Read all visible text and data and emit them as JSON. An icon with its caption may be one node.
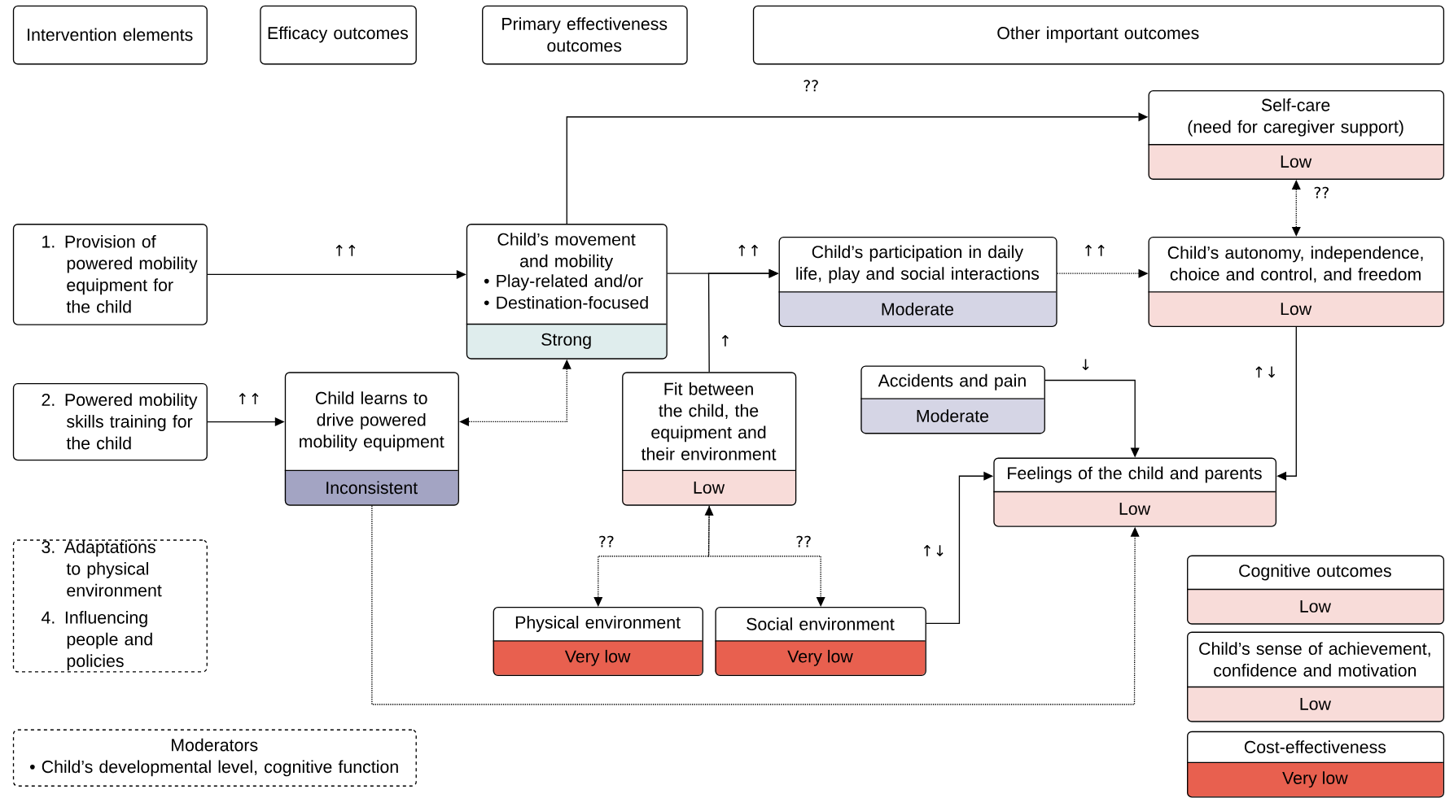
{
  "diagram": {
    "nodes": [
      {
        "text": [
          "Intervention elements"
        ]
      },
      {
        "text": [
          "Efficacy outcomes"
        ]
      },
      {
        "text": [
          "Primary effectiveness outcomes"
        ]
      },
      {
        "text": [
          "Other important outcomes"
        ]
      },
      {
        "text": [
          "1. Provision of powered mobility equipment for the child"
        ]
      },
      {
        "text": [
          "2. Powered mobility skills training for the child"
        ]
      },
      {
        "text": [
          "3. Adaptations to physical environment",
          "4. Influencing people and policies"
        ]
      },
      {
        "text": [
          "Moderators",
          "• Child’s developmental level, cognitive function"
        ]
      },
      {
        "text": [
          "Child’s movement and mobility",
          "• Play-related and/or",
          "• Destination-focused",
          "Strong"
        ]
      },
      {
        "text": [
          "Child learns to drive powered mobility equipment",
          "Inconsistent"
        ]
      },
      {
        "text": [
          "Fit between the child, the equipment and their environment",
          "Low"
        ]
      },
      {
        "text": [
          "Physical environment",
          "Very low"
        ]
      },
      {
        "text": [
          "Social environment",
          "Very low"
        ]
      },
      {
        "text": [
          "Child’s participation in daily life, play and social interactions",
          "Moderate"
        ]
      },
      {
        "text": [
          "Self-care",
          "(need for caregiver support)",
          "Low"
        ]
      },
      {
        "text": [
          "Child’s autonomy, independence, choice and control, and freedom",
          "Low"
        ]
      },
      {
        "text": [
          "Accidents and pain",
          "Moderate"
        ]
      },
      {
        "text": [
          "Feelings of the child and parents",
          "Low"
        ]
      },
      {
        "text": [
          "Cognitive outcomes",
          "Low"
        ]
      },
      {
        "text": [
          "Child’s sense of achievement, confidence and motivation",
          "Low"
        ]
      },
      {
        "text": [
          "Cost-effectiveness",
          "Very low"
        ]
      }
    ],
    "edges": [
      {
        "from": 4,
        "to": 8,
        "arrow": "to",
        "label": "↑↑"
      },
      {
        "from": 5,
        "to": 9,
        "arrow": "to",
        "label": "↑↑"
      },
      {
        "from": 8,
        "to": 9,
        "arrow": "both",
        "style": "dashed"
      },
      {
        "from": 8,
        "to": 14,
        "arrow": "to",
        "label": "??"
      },
      {
        "from": 8,
        "to": 13,
        "arrow": "to",
        "label": "↑↑"
      },
      {
        "from": 10,
        "to": 13,
        "arrow": "to",
        "label": "↑"
      },
      {
        "from": 13,
        "to": 15,
        "arrow": "to",
        "label": "↑↑",
        "style": "dashed"
      },
      {
        "from": 14,
        "to": 15,
        "arrow": "both",
        "label": "??",
        "style": "dashed"
      },
      {
        "from": 15,
        "to": 17,
        "arrow": "to",
        "label": "↑↓"
      },
      {
        "from": 16,
        "to": 17,
        "arrow": "to",
        "label": "↓"
      },
      {
        "from": 12,
        "to": 17,
        "arrow": "to",
        "label": "↑↓"
      },
      {
        "from": 9,
        "to": 17,
        "arrow": "to",
        "style": "dashed"
      },
      {
        "from": 10,
        "to": 11,
        "arrow": "both",
        "label": "??",
        "style": "dashed"
      },
      {
        "from": 10,
        "to": 12,
        "arrow": "to",
        "label": "??",
        "style": "dashed"
      }
    ]
  }
}
